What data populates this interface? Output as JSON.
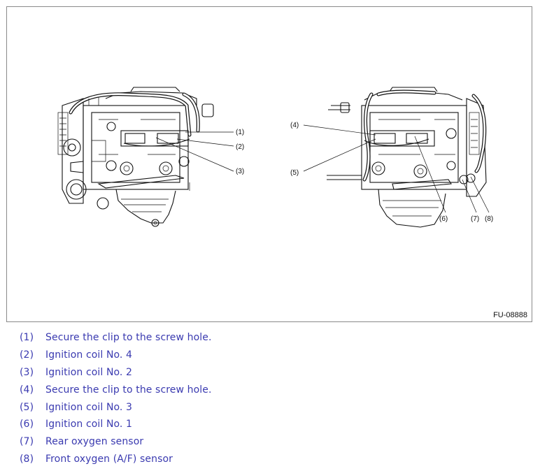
{
  "figure": {
    "id": "FU-08888",
    "callouts": [
      "(1)",
      "(2)",
      "(3)",
      "(4)",
      "(5)",
      "(6)",
      "(7)",
      "(8)"
    ]
  },
  "legend": [
    {
      "num": "(1)",
      "text": "Secure the clip to the screw hole."
    },
    {
      "num": "(2)",
      "text": "Ignition coil No. 4"
    },
    {
      "num": "(3)",
      "text": "Ignition coil No. 2"
    },
    {
      "num": "(4)",
      "text": "Secure the clip to the screw hole."
    },
    {
      "num": "(5)",
      "text": "Ignition coil No. 3"
    },
    {
      "num": "(6)",
      "text": "Ignition coil No. 1"
    },
    {
      "num": "(7)",
      "text": "Rear oxygen sensor"
    },
    {
      "num": "(8)",
      "text": "Front oxygen (A/F) sensor"
    }
  ],
  "colors": {
    "legend_text": "#3a3ab0",
    "frame_border": "#8a8a8a"
  }
}
